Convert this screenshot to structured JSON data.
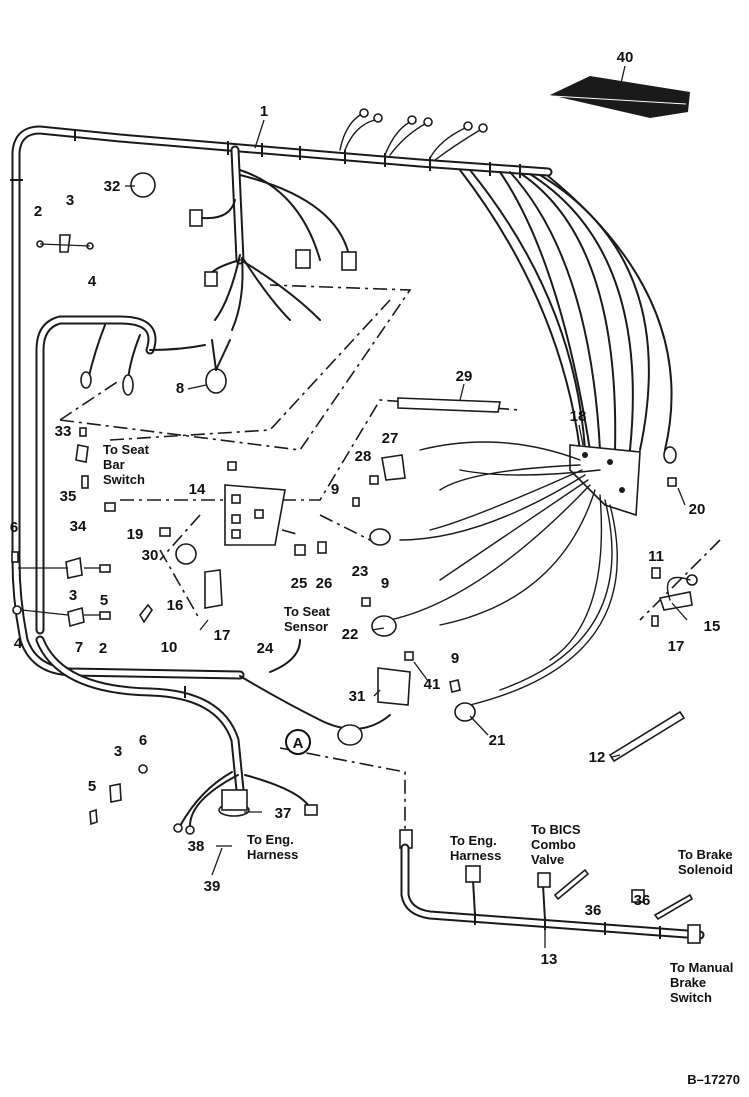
{
  "drawing": {
    "figure_number": "B–17270",
    "callout_circle": "A"
  },
  "callouts": [
    {
      "id": "c1",
      "text": "1"
    },
    {
      "id": "c2a",
      "text": "2"
    },
    {
      "id": "c2b",
      "text": "2"
    },
    {
      "id": "c3a",
      "text": "3"
    },
    {
      "id": "c3b",
      "text": "3"
    },
    {
      "id": "c3c",
      "text": "3"
    },
    {
      "id": "c4a",
      "text": "4"
    },
    {
      "id": "c4b",
      "text": "4"
    },
    {
      "id": "c5a",
      "text": "5"
    },
    {
      "id": "c5b",
      "text": "5"
    },
    {
      "id": "c6a",
      "text": "6"
    },
    {
      "id": "c6b",
      "text": "6"
    },
    {
      "id": "c7",
      "text": "7"
    },
    {
      "id": "c8",
      "text": "8"
    },
    {
      "id": "c9a",
      "text": "9"
    },
    {
      "id": "c9b",
      "text": "9"
    },
    {
      "id": "c9c",
      "text": "9"
    },
    {
      "id": "c10",
      "text": "10"
    },
    {
      "id": "c11",
      "text": "11"
    },
    {
      "id": "c12",
      "text": "12"
    },
    {
      "id": "c13",
      "text": "13"
    },
    {
      "id": "c14",
      "text": "14"
    },
    {
      "id": "c15",
      "text": "15"
    },
    {
      "id": "c16",
      "text": "16"
    },
    {
      "id": "c17a",
      "text": "17"
    },
    {
      "id": "c17b",
      "text": "17"
    },
    {
      "id": "c18",
      "text": "18"
    },
    {
      "id": "c19",
      "text": "19"
    },
    {
      "id": "c20",
      "text": "20"
    },
    {
      "id": "c21",
      "text": "21"
    },
    {
      "id": "c22",
      "text": "22"
    },
    {
      "id": "c23",
      "text": "23"
    },
    {
      "id": "c24",
      "text": "24"
    },
    {
      "id": "c25",
      "text": "25"
    },
    {
      "id": "c26",
      "text": "26"
    },
    {
      "id": "c27",
      "text": "27"
    },
    {
      "id": "c28",
      "text": "28"
    },
    {
      "id": "c29",
      "text": "29"
    },
    {
      "id": "c30",
      "text": "30"
    },
    {
      "id": "c31",
      "text": "31"
    },
    {
      "id": "c32",
      "text": "32"
    },
    {
      "id": "c33",
      "text": "33"
    },
    {
      "id": "c34",
      "text": "34"
    },
    {
      "id": "c35",
      "text": "35"
    },
    {
      "id": "c36a",
      "text": "36"
    },
    {
      "id": "c36b",
      "text": "36"
    },
    {
      "id": "c37",
      "text": "37"
    },
    {
      "id": "c38",
      "text": "38"
    },
    {
      "id": "c39",
      "text": "39"
    },
    {
      "id": "c40",
      "text": "40"
    },
    {
      "id": "c41",
      "text": "41"
    }
  ],
  "notes": {
    "seat_bar_switch": [
      "To Seat",
      "Bar",
      "Switch"
    ],
    "seat_sensor": [
      "To Seat",
      "Sensor"
    ],
    "eng_harness_left": [
      "To Eng.",
      "Harness"
    ],
    "eng_harness_right": [
      "To Eng.",
      "Harness"
    ],
    "bics_valve": [
      "To BICS",
      "Combo",
      "Valve"
    ],
    "brake_solenoid": [
      "To Brake",
      "Solenoid"
    ],
    "manual_brake_switch": [
      "To Manual",
      "Brake",
      "Switch"
    ]
  }
}
